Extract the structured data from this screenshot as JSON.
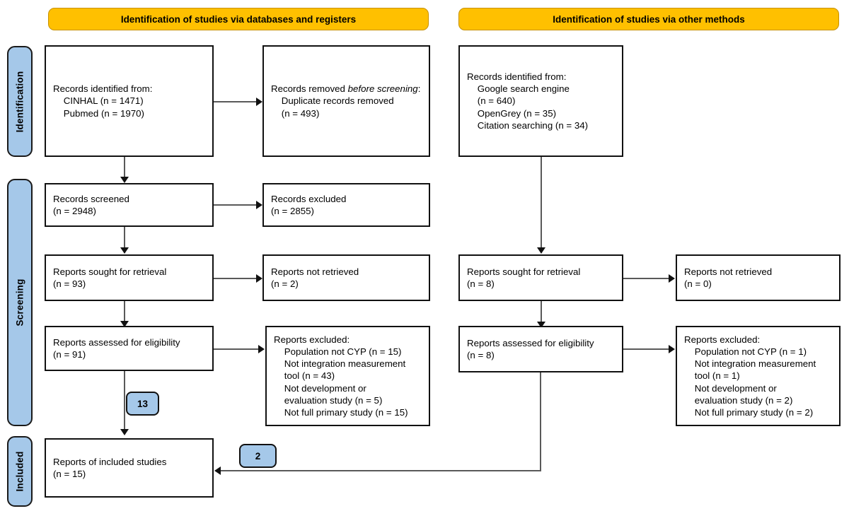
{
  "headers": [
    {
      "id": "databases",
      "label": "Identification of studies via databases and registers"
    },
    {
      "id": "other",
      "label": "Identification of studies via other methods"
    }
  ],
  "stages": [
    {
      "id": "identification",
      "label": "Identification"
    },
    {
      "id": "screening",
      "label": "Screening"
    },
    {
      "id": "included",
      "label": "Included"
    }
  ],
  "boxes": {
    "records_identified_db": "Records identified from:\n    CINHAL (n = 1471)\n    Pubmed (n = 1970)",
    "records_removed": {
      "line1": "Records removed ",
      "italic": "before screening",
      "line2": ":\n    Duplicate records removed\n    (n = 493)"
    },
    "records_identified_other": "Records identified from:\n    Google search engine\n    (n = 640)\n    OpenGrey (n = 35)\n    Citation searching (n = 34)",
    "records_screened": "Records screened\n(n = 2948)",
    "records_excluded": "Records excluded\n(n = 2855)",
    "reports_sought_db": "Reports sought for retrieval\n(n = 93)",
    "reports_not_retrieved_db": "Reports not retrieved\n(n = 2)",
    "reports_sought_other": "Reports sought for retrieval\n(n = 8)",
    "reports_not_retrieved_other": "Reports not retrieved\n(n = 0)",
    "reports_assessed_db": "Reports assessed for eligibility\n(n = 91)",
    "reports_excluded_db": "Reports excluded:\n    Population not CYP (n = 15)\n    Not integration measurement\n    tool (n = 43)\n    Not development or\n    evaluation study (n = 5)\n    Not full primary study (n = 15)",
    "reports_assessed_other": "Reports assessed for eligibility\n(n = 8)",
    "reports_excluded_other": "Reports excluded:\n    Population not CYP (n = 1)\n    Not integration measurement\n    tool (n = 1)\n    Not development or\n    evaluation study (n = 2)\n    Not full primary study (n = 2)",
    "reports_included": "Reports of included studies\n(n = 15)"
  },
  "badges": [
    {
      "id": "from-databases",
      "value": "13"
    },
    {
      "id": "from-other-methods",
      "value": "2"
    }
  ],
  "colors": {
    "header_yellow": "#FFC000",
    "stage_blue": "#A5C8E9",
    "badge_blue": "#A5C8E9",
    "box_border": "#111111",
    "connector": "#595959"
  }
}
